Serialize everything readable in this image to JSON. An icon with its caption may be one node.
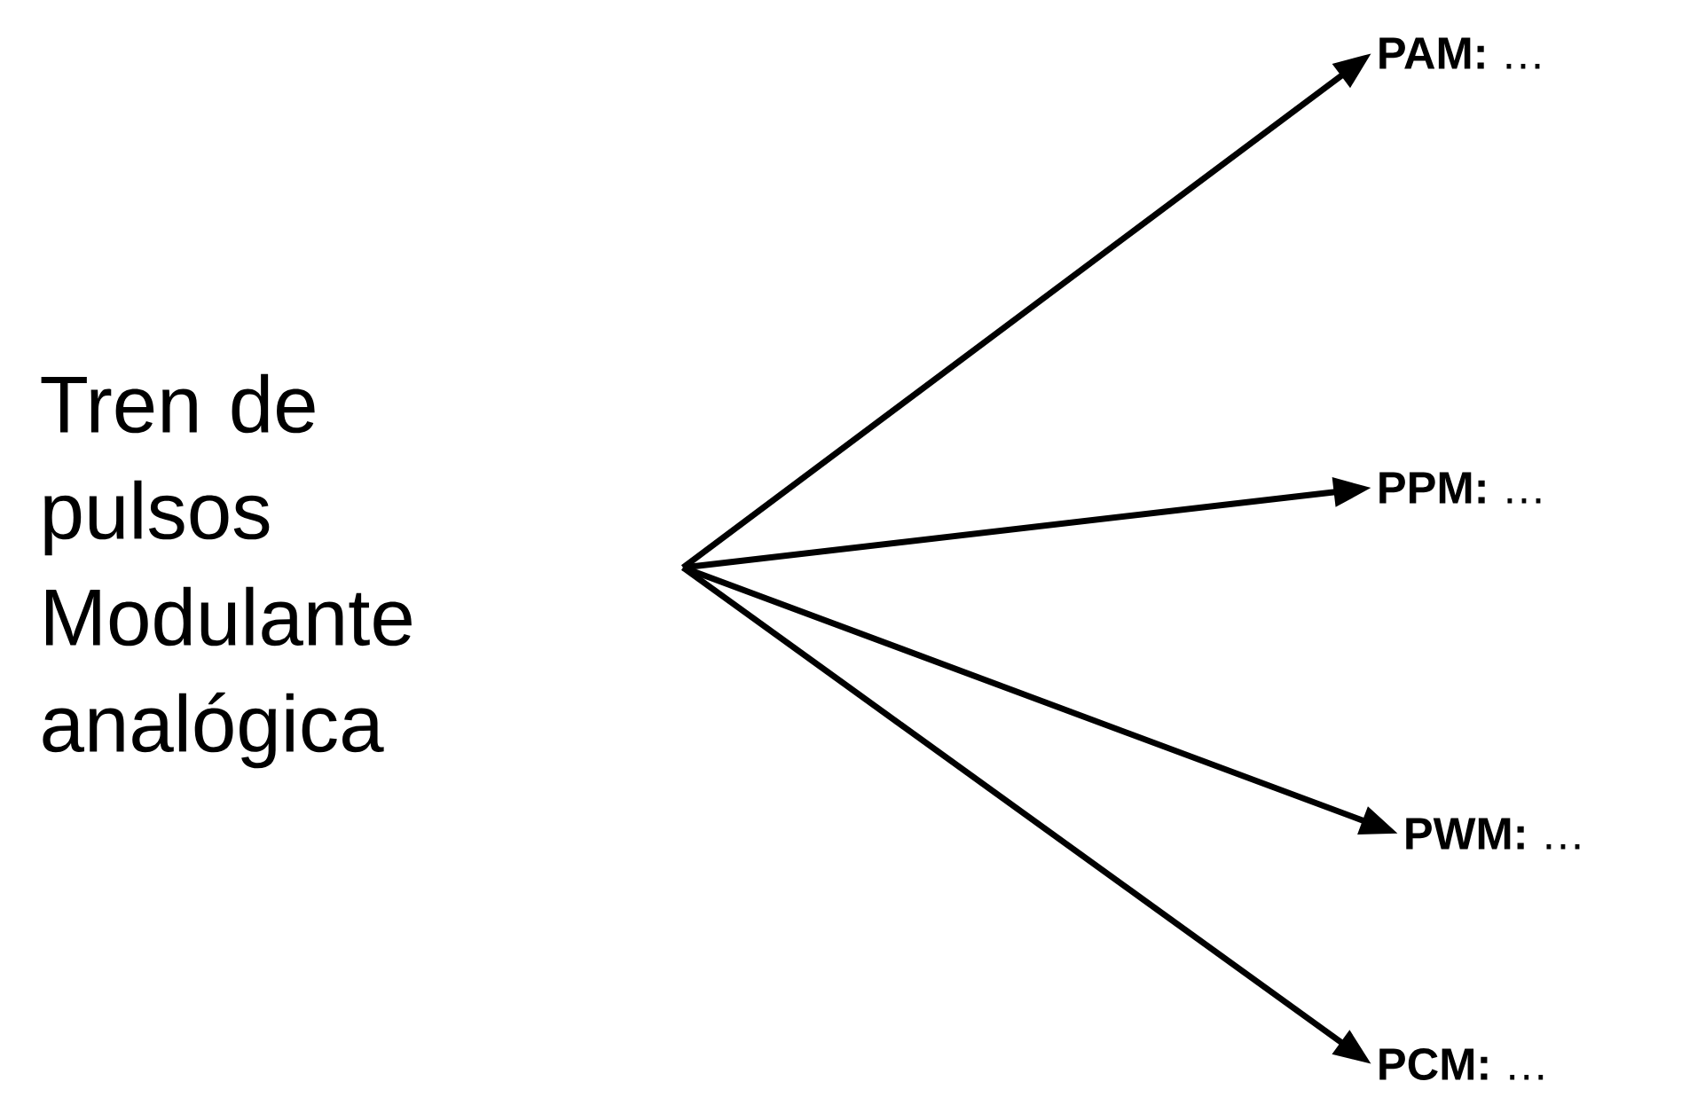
{
  "diagram": {
    "nodes": [
      {
        "text": [
          "Tren de pulsos Modulante analógica"
        ]
      },
      {
        "text": [
          "**PAM:** …"
        ]
      },
      {
        "text": [
          "**PPM:** …"
        ]
      },
      {
        "text": [
          "**PWM:** …"
        ]
      },
      {
        "text": [
          "**PCM:** …"
        ]
      }
    ],
    "edges": [
      {
        "from": null,
        "to": 1,
        "arrow": "to"
      },
      {
        "from": null,
        "to": 2,
        "arrow": "to"
      },
      {
        "from": null,
        "to": 3,
        "arrow": "to"
      },
      {
        "from": null,
        "to": 4,
        "arrow": "to"
      }
    ]
  }
}
